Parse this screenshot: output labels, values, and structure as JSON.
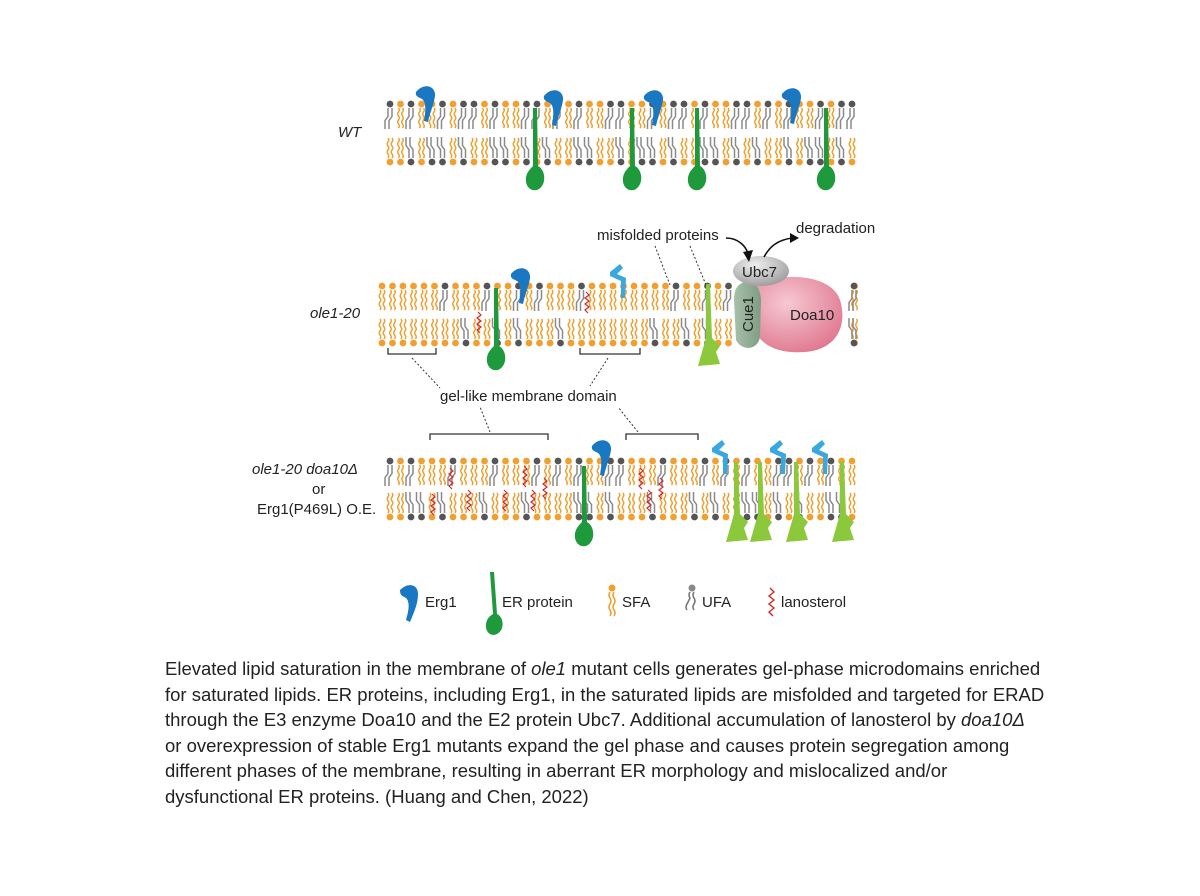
{
  "rows": [
    {
      "label": "WT",
      "italic": true
    },
    {
      "label": "ole1-20",
      "italic": true
    },
    {
      "label_line1": "ole1-20 doa10Δ",
      "label_line2": "or",
      "label_line3": "Erg1(P469L) O.E."
    }
  ],
  "annotations": {
    "misfolded": "misfolded proteins",
    "degradation": "degradation",
    "ubc7": "Ubc7",
    "cue1": "Cue1",
    "doa10": "Doa10",
    "gel_domain": "gel-like membrane domain"
  },
  "legend": [
    {
      "icon": "erg1-icon",
      "label": "Erg1"
    },
    {
      "icon": "er-protein-icon",
      "label": "ER protein"
    },
    {
      "icon": "sfa-lipid-icon",
      "label": "SFA"
    },
    {
      "icon": "ufa-lipid-icon",
      "label": "UFA"
    },
    {
      "icon": "lanosterol-icon",
      "label": "lanosterol"
    }
  ],
  "caption": {
    "s1a": "Elevated lipid saturation in the membrane of ",
    "s1b": "ole1",
    "s1c": " mutant cells generates gel-phase microdomains enriched for saturated lipids. ER proteins, including Erg1, in the saturated lipids are misfolded and targeted for ERAD through the E3 enzyme Doa10 and the E2 protein Ubc7. Additional accumulation of lanosterol by ",
    "s1d": "doa10Δ",
    "s1e": " or overexpression of stable Erg1 mutants expand the gel phase and causes protein segregation among different phases of the membrane, resulting in aberrant ER morphology and mislocalized and/or dysfunctional ER proteins. (Huang and Chen, 2022)"
  },
  "colors": {
    "sfa": "#f0a030",
    "ufa": "#8a8a8a",
    "head_dark": "#555555",
    "erg1": "#1a78c2",
    "erg1_misfolded": "#3aa8dc",
    "er_protein": "#1e9a3c",
    "er_misfolded": "#8cc83c",
    "lanosterol": "#d62828",
    "doa10": "#e48a9c",
    "cue1": "#8ca890",
    "ubc7": "#b8b8b8"
  }
}
